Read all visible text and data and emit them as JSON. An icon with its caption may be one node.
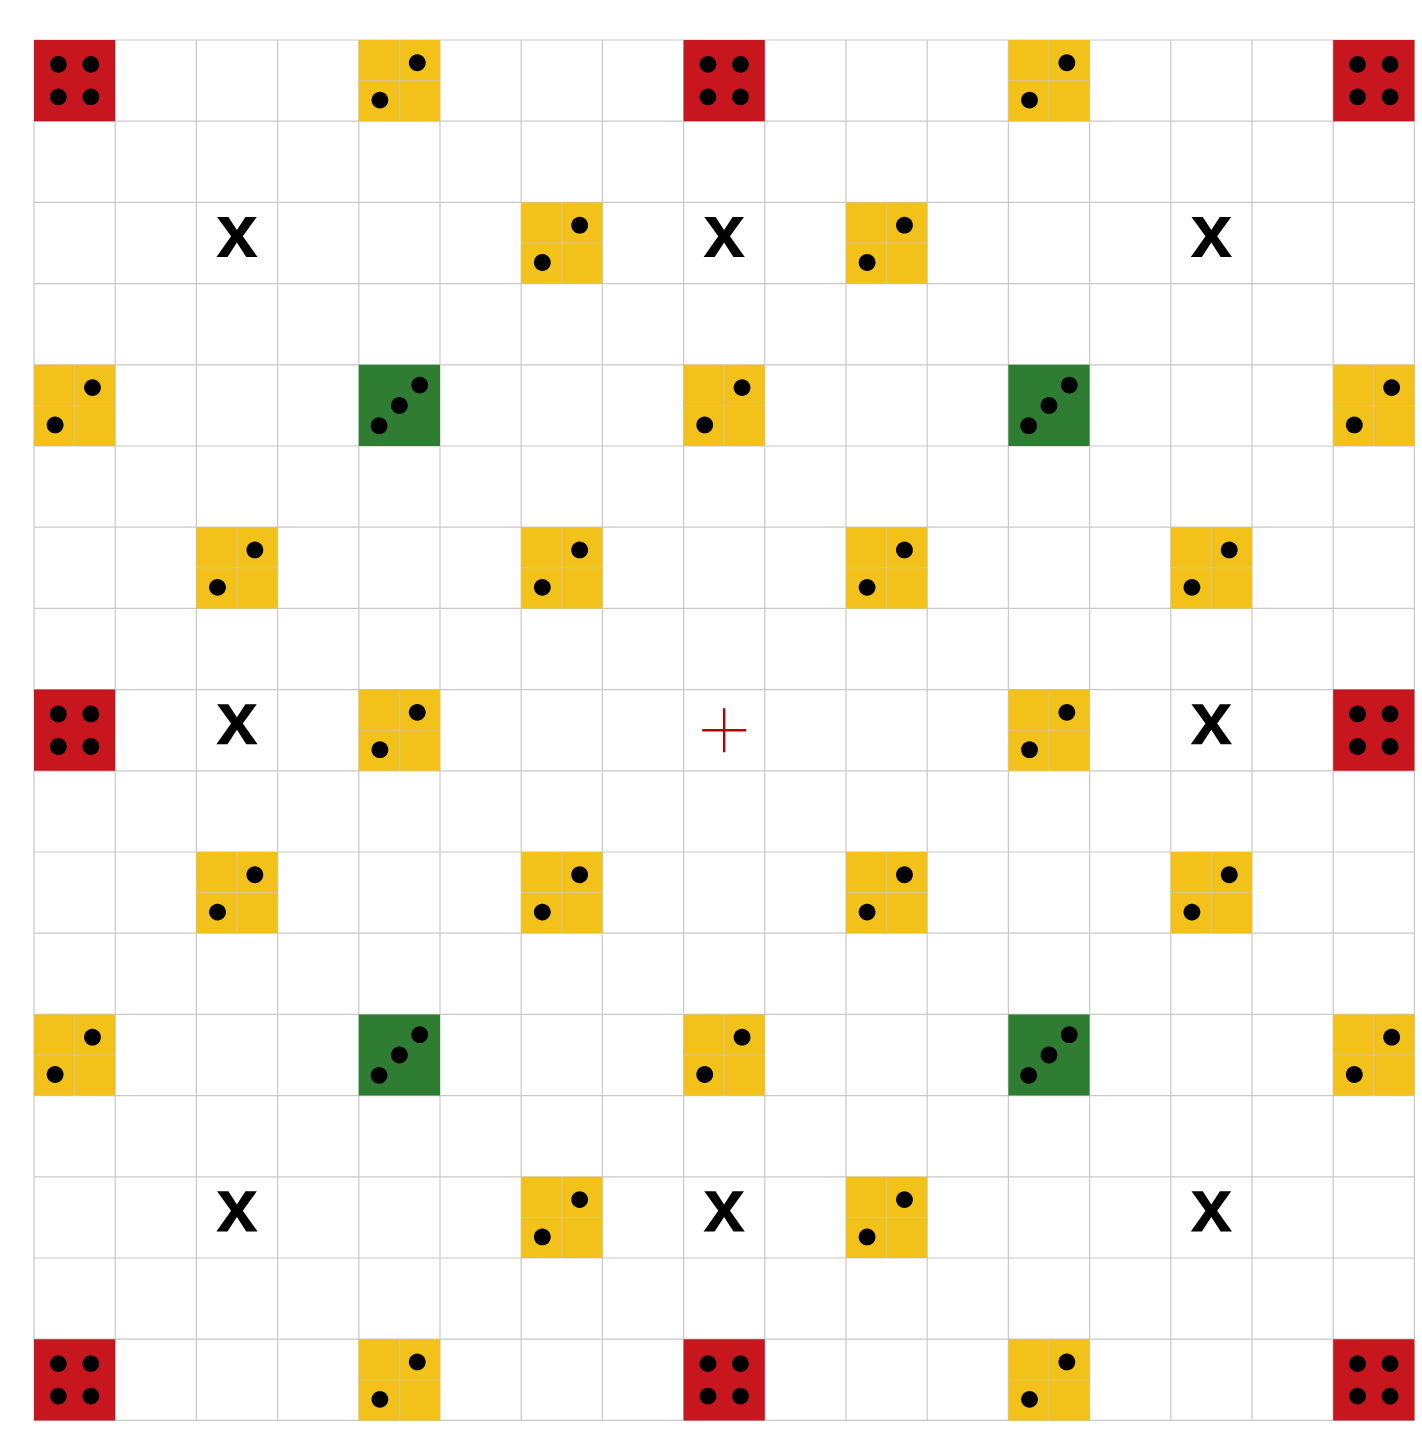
{
  "diagram": {
    "labels": [
      "x",
      "x",
      "x",
      "x",
      "x",
      "x",
      "x",
      "x"
    ]
  }
}
